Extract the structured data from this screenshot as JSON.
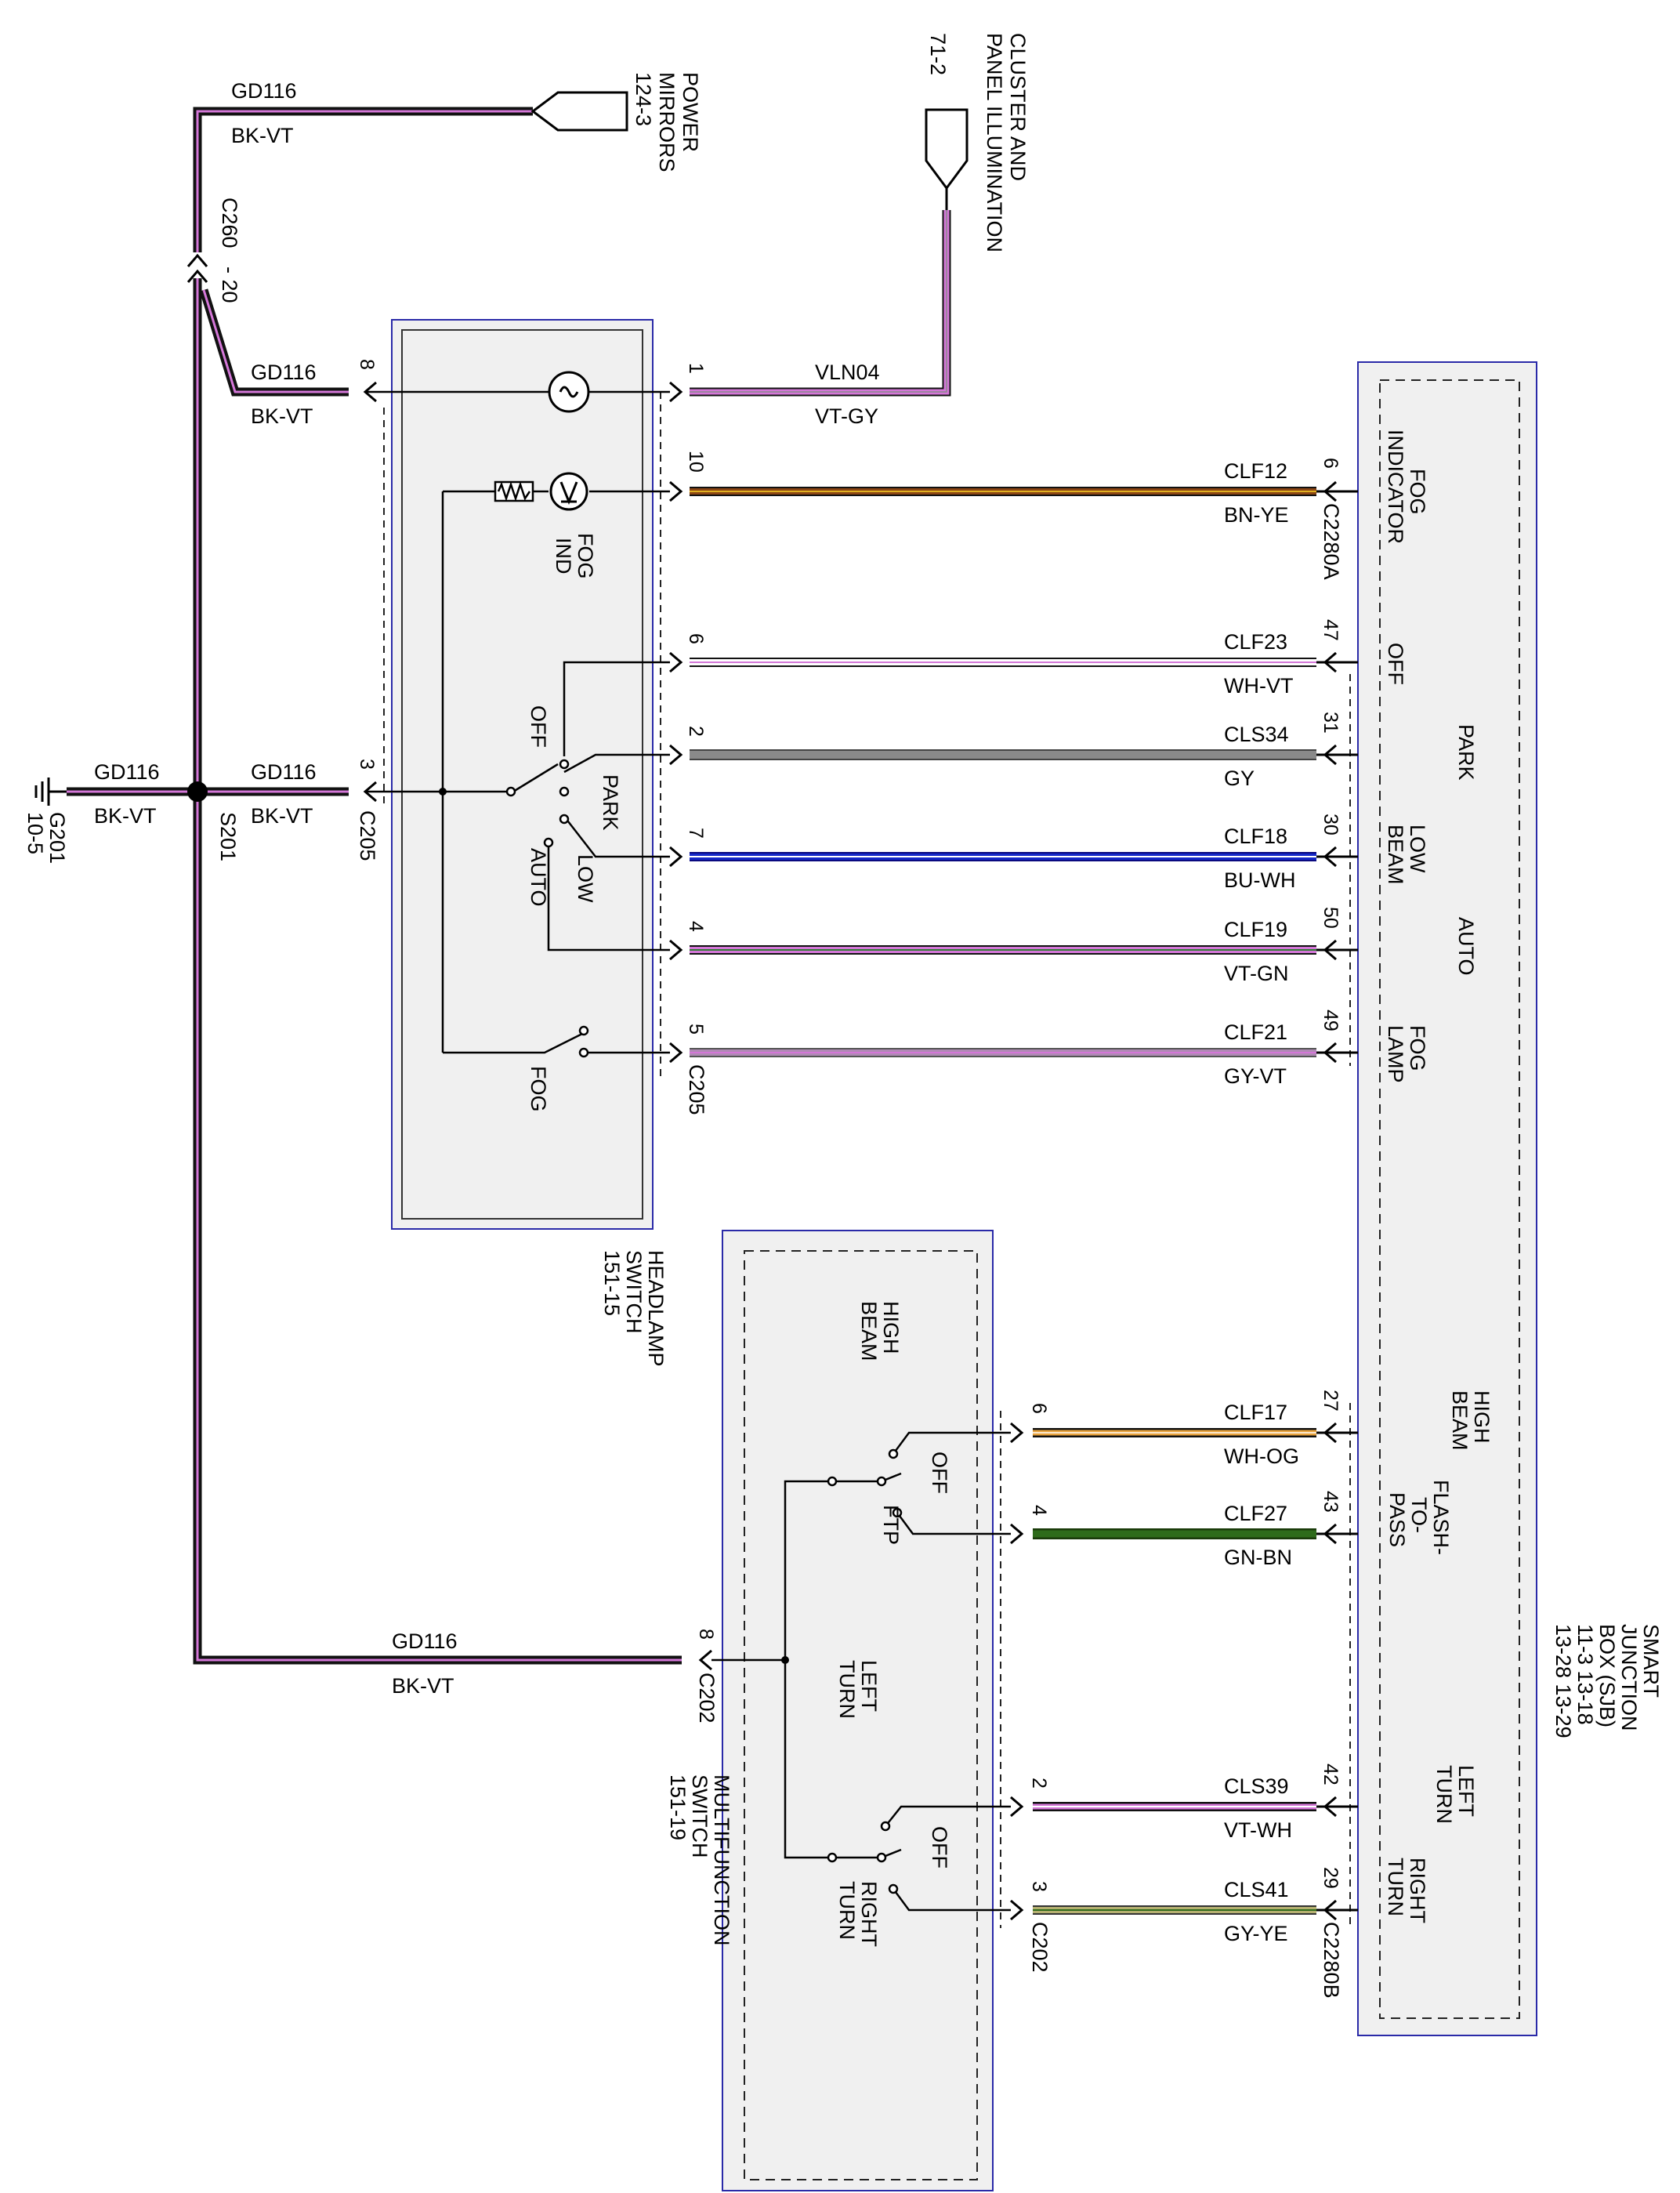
{
  "colors": {
    "box_stroke": "#2a2aa8",
    "box_fill": "#f0f0f0",
    "wire_black": "#111111",
    "violet": "#d477d8",
    "brown": "#8b4513",
    "yellow": "#e0b020",
    "white": "#ffffff",
    "gray": "#8a8a8a",
    "blue": "#1428c8",
    "light_blue": "#6aa0ff",
    "green": "#2e7d32",
    "dark_green": "#2e6b1a",
    "orange": "#e8a23c",
    "khaki": "#b5b070"
  },
  "texts": {
    "gd116": "GD116",
    "bkvt": "BK-VT",
    "power_mirrors_1": "POWER",
    "power_mirrors_2": "MIRRORS",
    "power_mirrors_3": "124-3",
    "cluster_1": "CLUSTER AND",
    "cluster_2": "PANEL ILLUMINATION",
    "cluster_3": "71-2",
    "c260": "C260",
    "c260_pin": "- 20",
    "vln04": "VLN04",
    "vtgy": "VT-GY",
    "pin_8": "8",
    "pin_1": "1",
    "pin_10": "10",
    "pin_6": "6",
    "pin_2": "2",
    "pin_7": "7",
    "pin_4": "4",
    "pin_5": "5",
    "pin_3": "3",
    "clf12": "CLF12",
    "bnye": "BN-YE",
    "c2280a": "C2280A",
    "clf23": "CLF23",
    "whvt": "WH-VT",
    "cls34": "CLS34",
    "gy": "GY",
    "clf18": "CLF18",
    "buwh": "BU-WH",
    "clf19": "CLF19",
    "vtgn": "VT-GN",
    "clf21": "CLF21",
    "gyvt": "GY-VT",
    "sjb_pin_6": "6",
    "sjb_pin_47": "47",
    "sjb_pin_31": "31",
    "sjb_pin_30": "30",
    "sjb_pin_50": "50",
    "sjb_pin_49": "49",
    "sjb_pin_27": "27",
    "sjb_pin_43": "43",
    "sjb_pin_42": "42",
    "sjb_pin_29": "29",
    "fog_indicator_1": "FOG",
    "fog_indicator_2": "INDICATOR",
    "off": "OFF",
    "park": "PARK",
    "low_1": "LOW",
    "low_2": "BEAM",
    "auto": "AUTO",
    "fog_lamp_1": "FOG",
    "fog_lamp_2": "LAMP",
    "high_1": "HIGH",
    "high_2": "BEAM",
    "ftp_1": "FLASH-",
    "ftp_2": "TO-",
    "ftp_3": "PASS",
    "left_1": "LEFT",
    "left_2": "TURN",
    "right_1": "RIGHT",
    "right_2": "TURN",
    "sjb_1": "SMART",
    "sjb_2": "JUNCTION",
    "sjb_3": "BOX (SJB)",
    "sjb_4": "11-3    13-18",
    "sjb_5": "13-28   13-29",
    "fog_ind_1": "FOG",
    "fog_ind_2": "IND",
    "sw_off": "OFF",
    "sw_park": "PARK",
    "sw_low": "LOW",
    "sw_auto": "AUTO",
    "sw_fog": "FOG",
    "c205": "C205",
    "headlamp_1": "HEADLAMP",
    "headlamp_2": "SWITCH",
    "headlamp_3": "151-15",
    "g201_1": "G201",
    "g201_2": "10-5",
    "s201": "S201",
    "clf17": "CLF17",
    "whog": "WH-OG",
    "clf27": "CLF27",
    "gnbn": "GN-BN",
    "cls39": "CLS39",
    "vtwh": "VT-WH",
    "cls41": "CLS41",
    "gyye": "GY-YE",
    "c2280b": "C2280B",
    "c202": "C202",
    "mf_high_1": "HIGH",
    "mf_high_2": "BEAM",
    "mf_off": "OFF",
    "mf_ftp": "FTP",
    "mf_left_1": "LEFT",
    "mf_left_2": "TURN",
    "mf_right_1": "RIGHT",
    "mf_right_2": "TURN",
    "multifunction_1": "MULTIFUNCTION",
    "multifunction_2": "SWITCH",
    "multifunction_3": "151-19"
  }
}
